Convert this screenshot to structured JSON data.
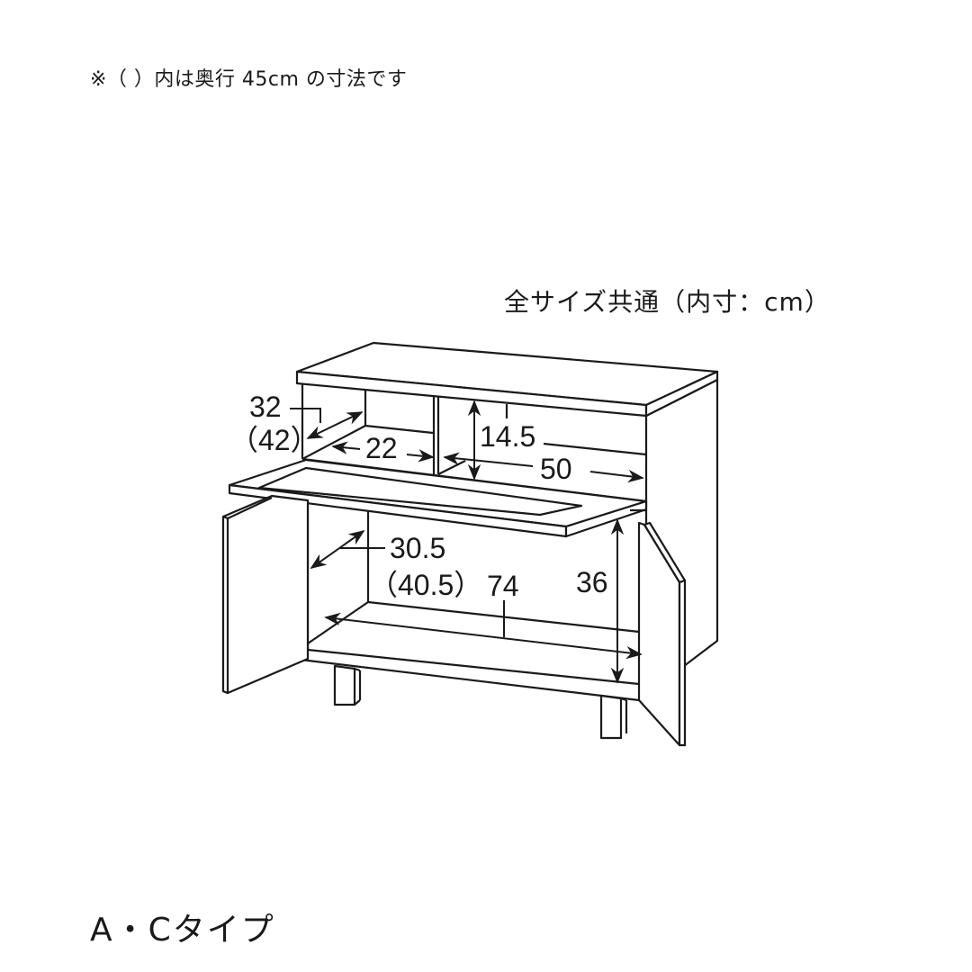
{
  "note": "※（ ）内は奥行 45cm の寸法です",
  "heading": "全サイズ共通（内寸：cm）",
  "type_label": "A・Cタイプ",
  "dimensions": {
    "upper_depth": "32",
    "upper_depth_alt": "（42）",
    "upper_left_width": "22",
    "upper_height": "14.5",
    "upper_right_width": "50",
    "lower_depth": "30.5",
    "lower_depth_alt": "（40.5）",
    "lower_width": "74",
    "lower_height": "36"
  },
  "colors": {
    "line": "#1a1a1a",
    "background": "#ffffff"
  }
}
